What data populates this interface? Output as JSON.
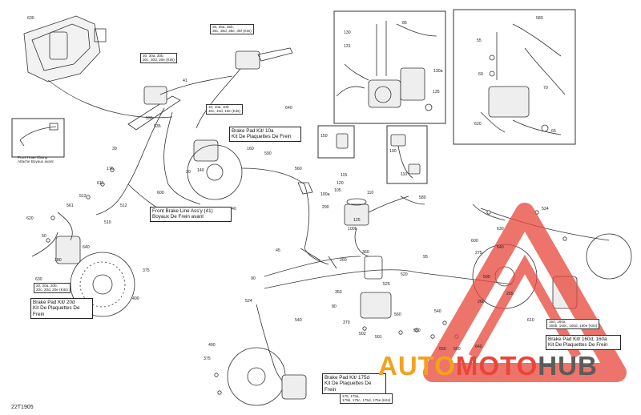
{
  "document_id": "22T1905",
  "callouts": {
    "brake_pad_10a": [
      "Brake Pad Kit/ 10a",
      "Kit De Plaquettes De Frein"
    ],
    "front_brake_line": [
      "Front Brake Line Ass'y (41)",
      "Boyaux De Frein avant"
    ],
    "brake_pad_20d": [
      "Brake Pad Kit/ 20d",
      "Kit De Plaquettes De Frein"
    ],
    "brake_pad_160d": [
      "Brake Pad Kit/ 160d, 160a",
      "Kit De Plaquettes De Frein"
    ],
    "brake_pad_175d": [
      "Brake Pad Kit/ 175d",
      "Kit De Plaquettes De Frein"
    ]
  },
  "small_boxes": {
    "b35": [
      "35, 35a, 35b,",
      "35c, 35d, 35e, 35f (Kits)"
    ],
    "b30": [
      "30, 30a, 30b,",
      "30c, 30d, 30e (Kits)"
    ],
    "b10": [
      "10, 10a, 10b",
      "10c, 10d, 10e (Kits)"
    ],
    "b20": [
      "20, 20a, 20b,",
      "20c, 20d, 20e (Kits)"
    ],
    "b160": [
      "160, 160a",
      "160b, 160c, 160d, 160e (Kits)"
    ],
    "b175": [
      "175, 175a,",
      "175b, 175c, 175d, 175e (Kits)"
    ]
  },
  "hose_clamp": [
    "Front Hose Clamp",
    "Attache Boyaux avant"
  ],
  "watermark": {
    "auto": "AUTO",
    "moto": "MOTO",
    "hub": "HUB",
    "color_orange": "#f2a21c",
    "color_dark": "#5b5b5b"
  },
  "refs": {
    "r630": "630",
    "r41": "41",
    "r640a": "640",
    "r536": "536",
    "r535": "535",
    "r140": "140",
    "r160": "160",
    "r30": "30",
    "r39": "39",
    "r176": "176",
    "r611": "611",
    "r512": "512",
    "r510": "510",
    "r600": "600",
    "r561": "561",
    "r620a": "620",
    "r50": "50",
    "r512b": "512",
    "r640b": "640",
    "r180": "180",
    "r630b": "630",
    "r375": "375",
    "r400": "400",
    "r590": "590",
    "r40": "40",
    "r45": "45",
    "r115": "115",
    "r120": "120",
    "r105": "105",
    "r100a": "100a",
    "r290": "290",
    "r125": "125",
    "r100b": "100b",
    "r110": "110",
    "r580": "580",
    "r360": "360",
    "r260": "260",
    "r350": "350",
    "r95": "95",
    "r524": "524",
    "r540": "540",
    "r90": "90",
    "r375b": "375",
    "r400b": "400",
    "r501": "501",
    "r502": "502",
    "r560": "560",
    "r370": "370",
    "r80": "80",
    "r550": "550",
    "r600b": "600",
    "r630c": "630",
    "r275": "275",
    "r265": "265",
    "r590b": "590",
    "r260b": "260",
    "r610": "610",
    "r640c": "640",
    "r560b": "560",
    "r550b": "550",
    "r130": "130",
    "r85": "85",
    "r131": "131",
    "r135": "135",
    "r130a": "130a",
    "r55": "55",
    "r60": "60",
    "r70": "70",
    "r65": "65",
    "r620": "620",
    "r580b": "580",
    "r150": "150",
    "r100": "100",
    "r110b": "110",
    "r560c": "560",
    "r640d": "640",
    "r520": "520",
    "r525": "525",
    "r540b": "540"
  }
}
